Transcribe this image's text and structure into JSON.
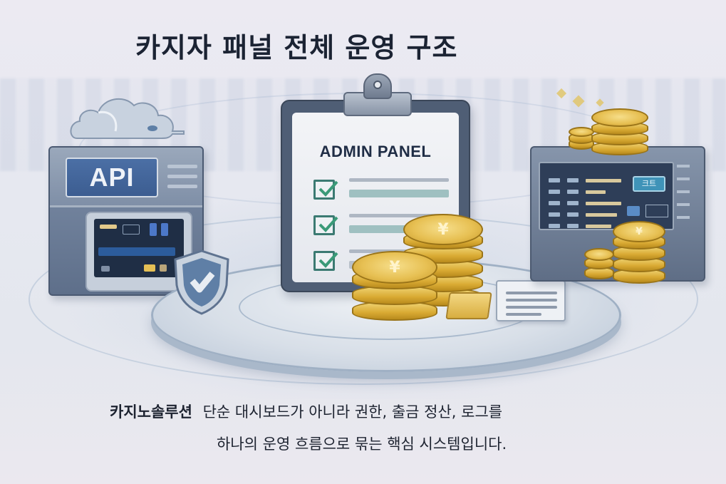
{
  "title": "카지자 패널 전체 운영 구조",
  "api_server": {
    "label": "API"
  },
  "admin_panel": {
    "title": "ADMIN PANEL",
    "checklist_items": 3,
    "check_color": "#3b7a72"
  },
  "terminal": {
    "button_label": "크트"
  },
  "coins": {
    "symbol": "¥",
    "gold_color": "#e7c053"
  },
  "caption": {
    "brand": "카지노솔루션",
    "line1_rest": "단순 대시보드가 아니라 권한, 출금 정산, 로그를",
    "line2": "하나의 운영 흐름으로 묶는 핵심 시스템입니다."
  },
  "icons": [
    "cloud-icon",
    "api-server-icon",
    "clipboard-icon",
    "checkmark-icon",
    "shield-icon",
    "coin-stack-icon",
    "gold-bar-icon",
    "card-icon",
    "terminal-icon"
  ],
  "colors": {
    "title": "#1b2333",
    "background": "#e8e9f0",
    "server_blue": "#3c5d91",
    "platform": "#d8dfe8"
  }
}
